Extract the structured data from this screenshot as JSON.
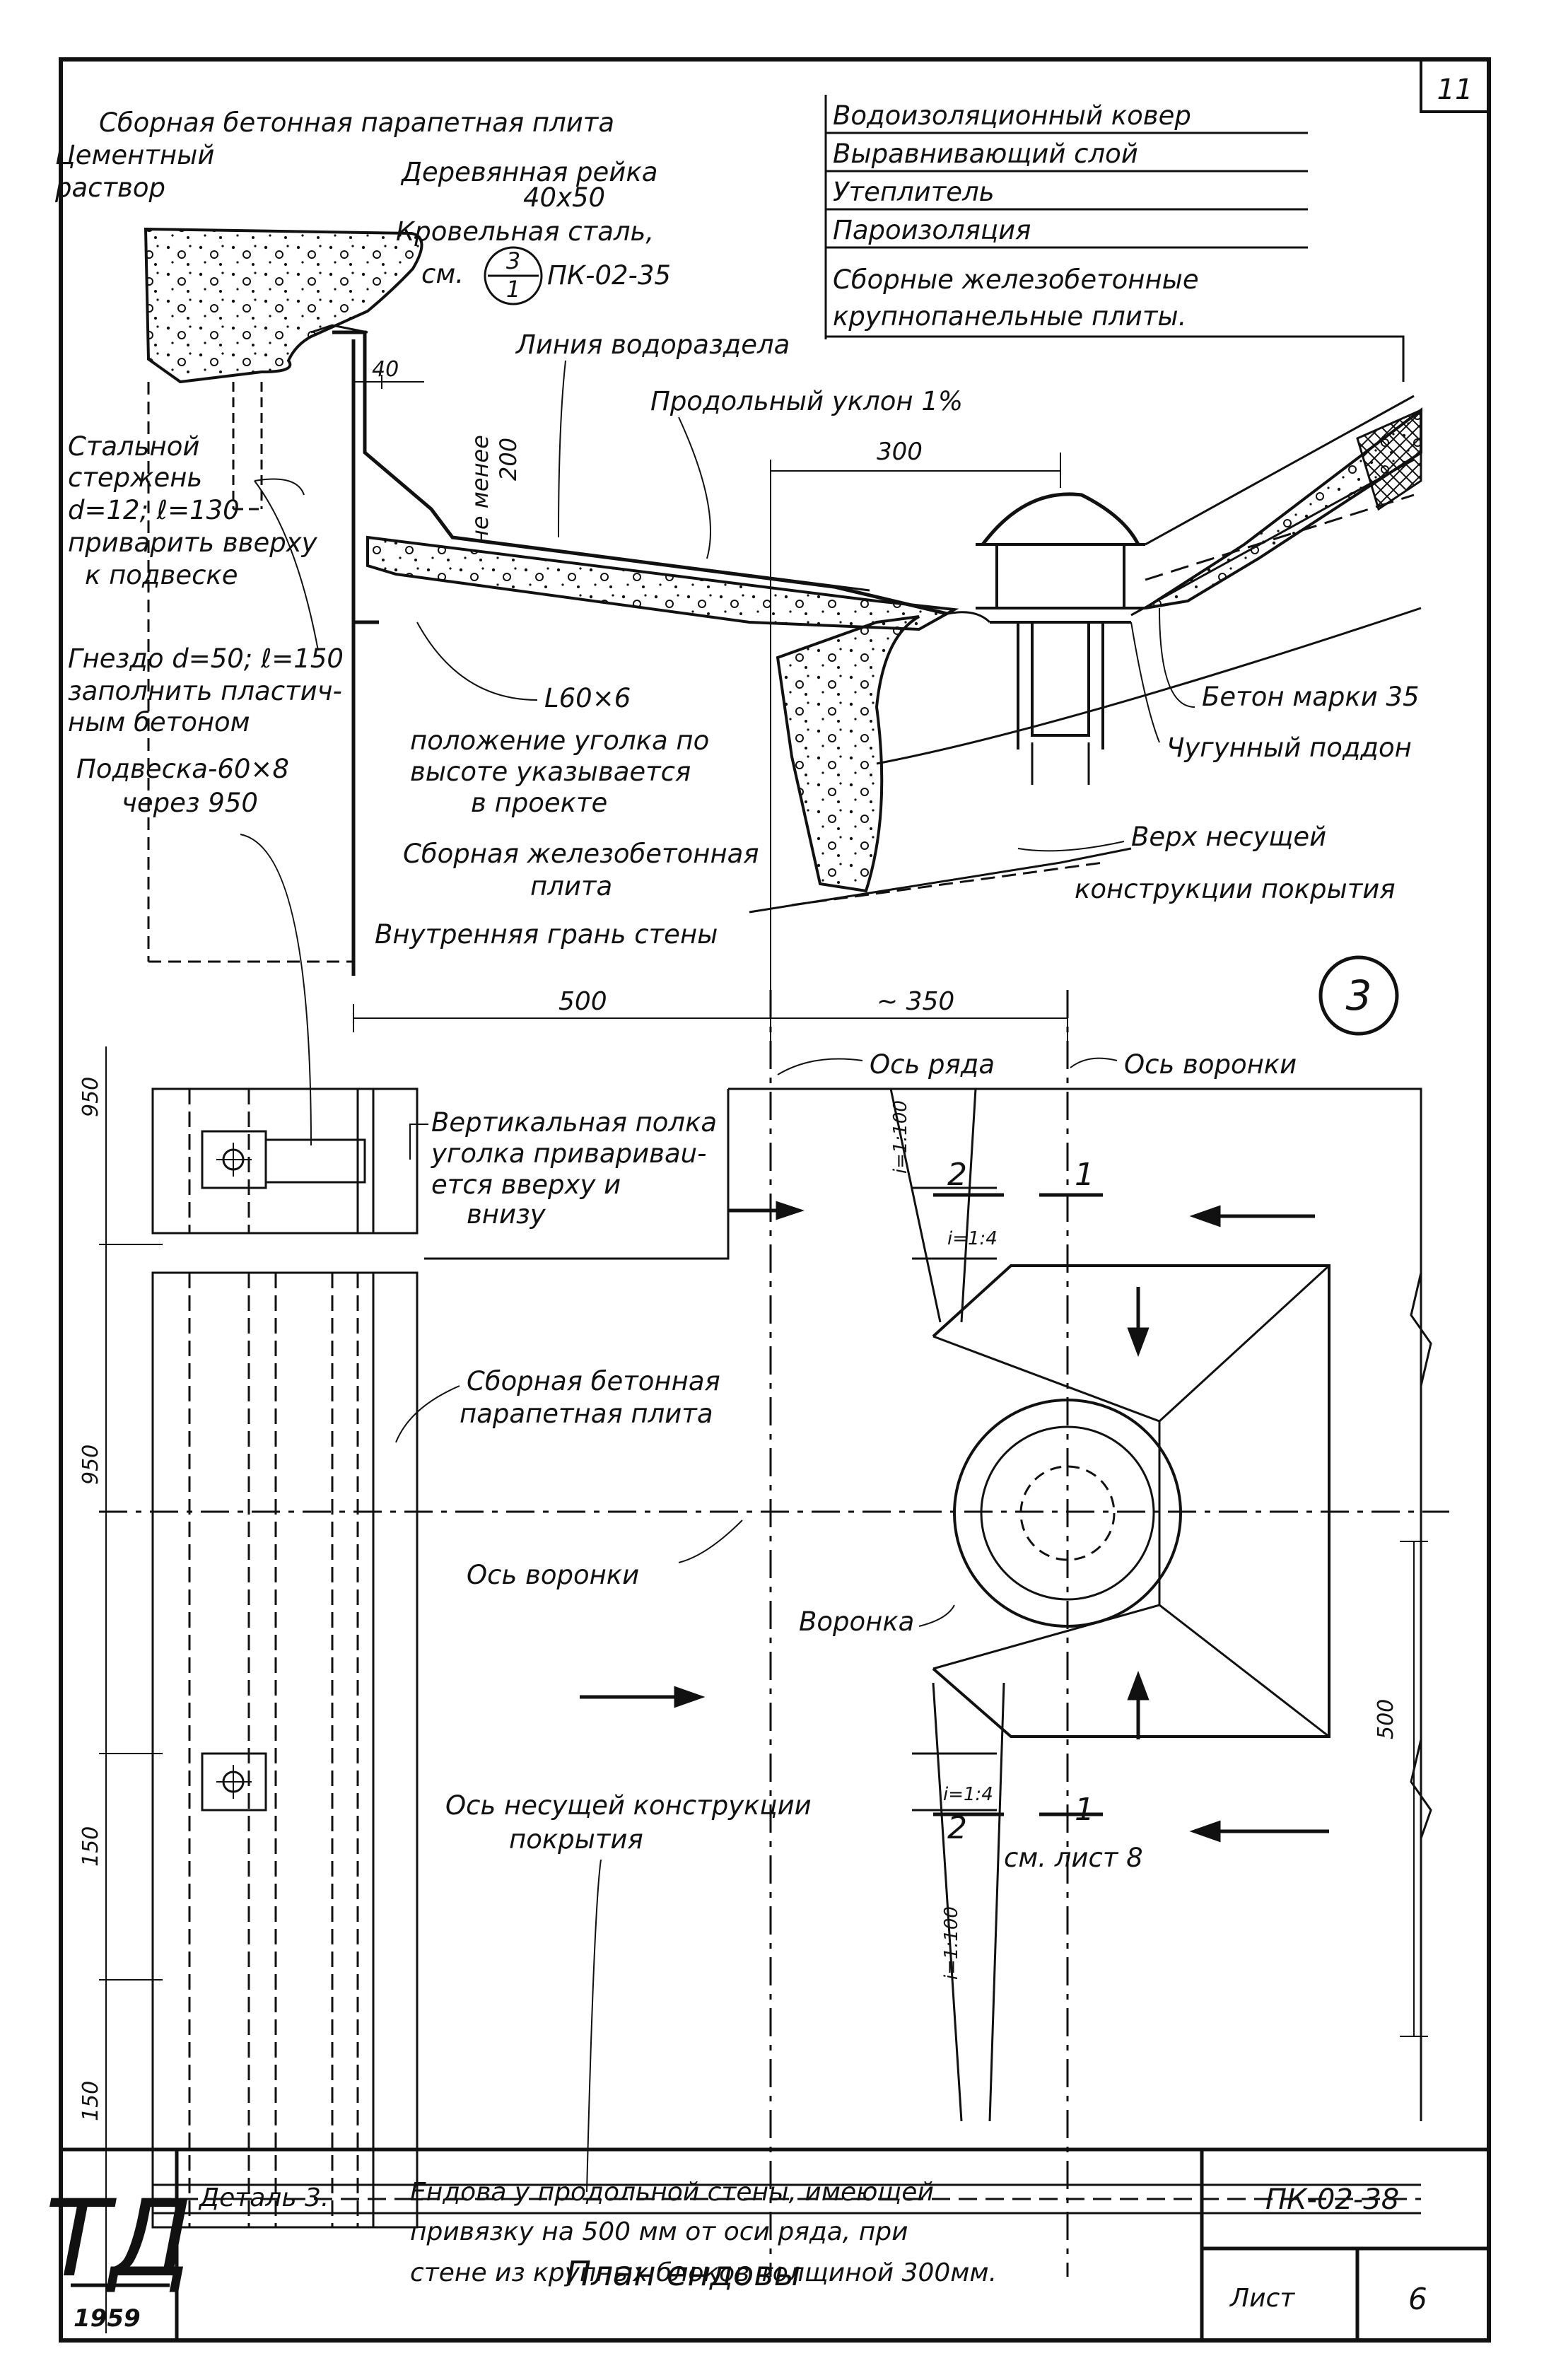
{
  "sheet": {
    "corner_number": "11",
    "detail_number": "3",
    "plan_title": "План ендовы"
  },
  "section": {
    "layers": [
      "Водоизоляционный ковер",
      "Выравнивающий слой",
      "Утеплитель",
      "Пароизоляция",
      "Сборные железобетонные",
      "крупнопанельные плиты."
    ],
    "parapet_slab": "Сборная бетонная парапетная плита",
    "cement_mortar_1": "Цементный",
    "cement_mortar_2": "раствор",
    "wood_strip_1": "Деревянная рейка",
    "wood_strip_2": "40x50",
    "roof_steel_1": "Кровельная сталь,",
    "roof_steel_2": "см.",
    "ref_num": "3",
    "ref_den": "1",
    "roof_steel_ref": "ПК-02-35",
    "dim_40": "40",
    "not_less_1": "не менее",
    "not_less_2": "200",
    "watershed": "Линия водораздела",
    "slope": "Продольный уклон 1%",
    "dim_300": "300",
    "rod_1": "Стальной",
    "rod_2": "стержень",
    "rod_3": "d=12; ℓ=130",
    "rod_4": "приварить вверху",
    "rod_5": "к подвеске",
    "socket_1": "Гнездо d=50; ℓ=150",
    "socket_2": "заполнить пластич-",
    "socket_3": "ным бетоном",
    "hanger_1": "Подвеска-60×8",
    "hanger_2": "через 950",
    "angle_1": "L60×6",
    "angle_2": "положение уголка по",
    "angle_3": "высоте указывается",
    "angle_4": "в проекте",
    "precast_1": "Сборная железобетонная",
    "precast_2": "плита",
    "inner_face": "Внутренняя грань стены",
    "concrete": "Бетон марки 35",
    "cast_tray": "Чугунный поддон",
    "bearing_top_1": "Верх несущей",
    "bearing_top_2": "конструкции покрытия",
    "dim_500": "500",
    "dim_350": "~ 350"
  },
  "plan": {
    "row_axis": "Ось ряда",
    "funnel_axis_top": "Ось воронки",
    "vertical_flange_1": "Вертикальная полка",
    "vertical_flange_2": "уголка привариваu-",
    "vertical_flange_3": "ется вверху и",
    "vertical_flange_4": "внизу",
    "parapet_1": "Сборная бетонная",
    "parapet_2": "парапетная плита",
    "funnel_axis_mid": "Ось воронки",
    "funnel": "Воронка",
    "bearing_axis_1": "Ось несущей конструкции",
    "bearing_axis_2": "покрытия",
    "see_sheet": "см. лист 8",
    "slope_top_long": "i=1:100",
    "slope_top_short": "i=1:4",
    "slope_bot_short": "i=1:4",
    "slope_bot_long": "i=1:100",
    "cut_2_top": "2",
    "cut_1_top": "1",
    "cut_2_bot": "2",
    "cut_1_bot": "1",
    "dim_950_a": "950",
    "dim_950_b": "950",
    "dim_150_a": "150",
    "dim_150_b": "150",
    "dim_500_r": "500"
  },
  "title_block": {
    "logo": "ТД",
    "year": "1959",
    "detail_label": "Деталь 3.",
    "desc_1": "Ендова у продольной стены, имеющей",
    "desc_2": "привязку на 500 мм от оси ряда, при",
    "desc_3": "стене из крупных блоков толщиной 300мм.",
    "code": "ПК-02-38",
    "sheet_label": "Лист",
    "sheet_num": "6"
  },
  "colors": {
    "ink": "#111111",
    "paper": "#ffffff"
  }
}
